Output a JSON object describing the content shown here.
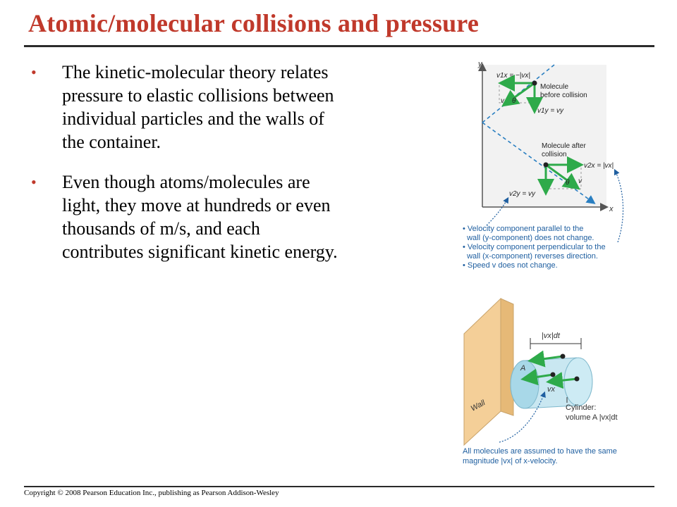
{
  "slide": {
    "title": "Atomic/molecular collisions and pressure",
    "copyright": "Copyright © 2008 Pearson Education Inc., publishing as Pearson Addison-Wesley"
  },
  "bullets": [
    {
      "text": "The kinetic-molecular theory relates pressure to elastic collisions between individual particles and the walls of the container."
    },
    {
      "text": "Even though atoms/molecules are light, they move at hundreds or even thousands of m/s, and each contributes significant kinetic energy."
    }
  ],
  "figure_top": {
    "axis_x": "x",
    "axis_y": "y",
    "v1x": "v1x = −|vx|",
    "v1y": "v1y = vy",
    "v_before": "v",
    "theta_before": "θ",
    "molecule_before": [
      "Molecule",
      "before collision"
    ],
    "molecule_after": [
      "Molecule after",
      "collision"
    ],
    "v2x": "v2x = |vx|",
    "v2y": "v2y = vy",
    "v_after": "v",
    "theta_after": "θ",
    "captions": [
      "• Velocity component parallel to the",
      "  wall (y-component) does not change.",
      "• Velocity component perpendicular to the",
      "  wall (x-component) reverses direction.",
      "• Speed v does not change."
    ]
  },
  "figure_bottom": {
    "dt_label": "|vx|dt",
    "area_label": "A",
    "vx_label": "vx",
    "wall_label": "Wall",
    "cylinder_label": [
      "Cylinder:",
      "volume A |vx|dt"
    ],
    "caption": [
      "All molecules are assumed to have the same",
      "magnitude |vx| of x-velocity."
    ]
  },
  "colors": {
    "title": "#c0392b",
    "vector_green": "#2eaa4a",
    "dashed_blue": "#2a7fc1",
    "caption_blue": "#1f5fa0",
    "wall_tan": "#f4cf98",
    "cylinder_blue": "#bfe3ef"
  }
}
